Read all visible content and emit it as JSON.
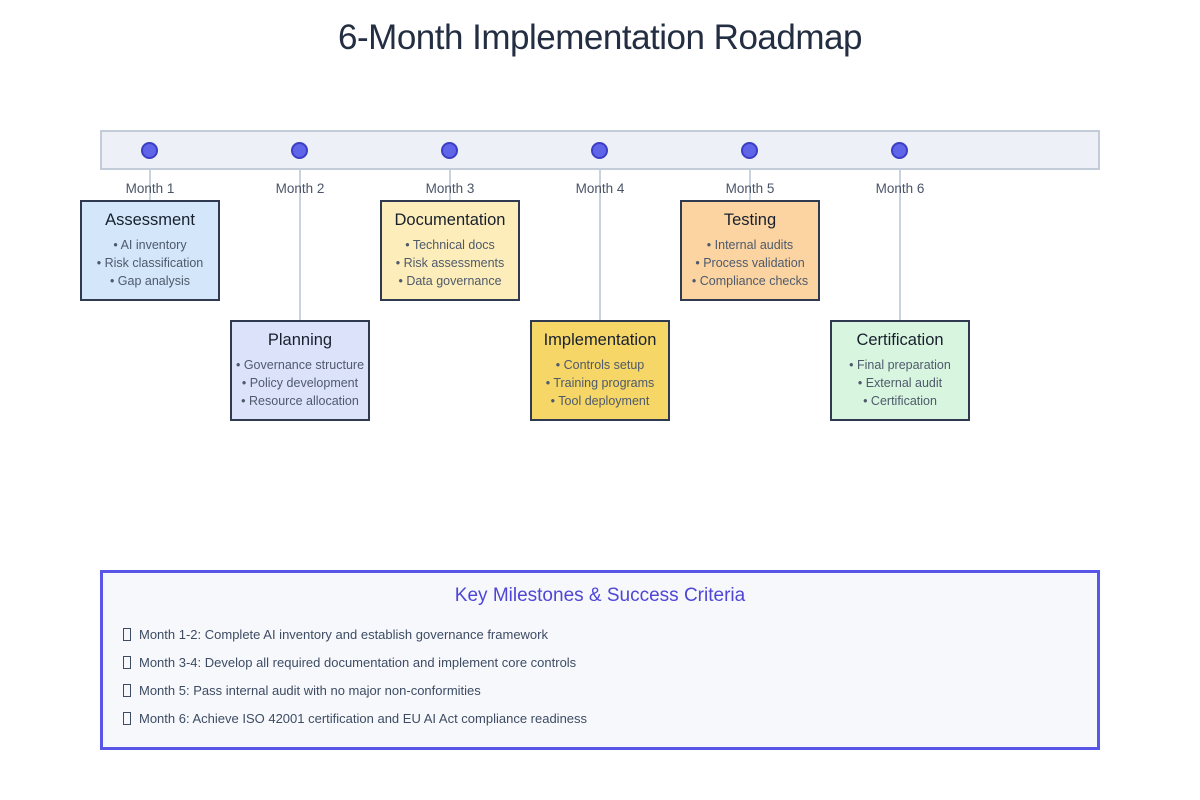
{
  "title": "6-Month Implementation Roadmap",
  "timeline": {
    "months": [
      "Month 1",
      "Month 2",
      "Month 3",
      "Month 4",
      "Month 5",
      "Month 6"
    ],
    "bar_color": "#edf0f6",
    "bar_border_color": "#c3ccd9",
    "dot_color": "#6064e8",
    "dot_border_color": "#3b3fc4",
    "connector_color": "#c9d3df"
  },
  "phases": [
    {
      "name": "Assessment",
      "month": "Month 1",
      "row": "top",
      "color": "#d4e6f9",
      "items": [
        "AI inventory",
        "Risk classification",
        "Gap analysis"
      ]
    },
    {
      "name": "Planning",
      "month": "Month 2",
      "row": "bottom",
      "color": "#dde2fb",
      "items": [
        "Governance structure",
        "Policy development",
        "Resource allocation"
      ]
    },
    {
      "name": "Documentation",
      "month": "Month 3",
      "row": "top",
      "color": "#fdedba",
      "items": [
        "Technical docs",
        "Risk assessments",
        "Data governance"
      ]
    },
    {
      "name": "Implementation",
      "month": "Month 4",
      "row": "bottom",
      "color": "#f5d666",
      "items": [
        "Controls setup",
        "Training programs",
        "Tool deployment"
      ]
    },
    {
      "name": "Testing",
      "month": "Month 5",
      "row": "top",
      "color": "#fbd4a2",
      "items": [
        "Internal audits",
        "Process validation",
        "Compliance checks"
      ]
    },
    {
      "name": "Certification",
      "month": "Month 6",
      "row": "bottom",
      "color": "#d8f5e0",
      "items": [
        "Final preparation",
        "External audit",
        "Certification"
      ]
    }
  ],
  "milestones": {
    "title": "Key Milestones & Success Criteria",
    "title_color": "#4f46d6",
    "panel_border_color": "#5a57e8",
    "items": [
      "Month 1-2: Complete AI inventory and establish governance framework",
      "Month 3-4: Develop all required documentation and implement core controls",
      "Month 5: Pass internal audit with no major non-conformities",
      "Month 6: Achieve ISO 42001 certification and EU AI Act compliance readiness"
    ]
  }
}
